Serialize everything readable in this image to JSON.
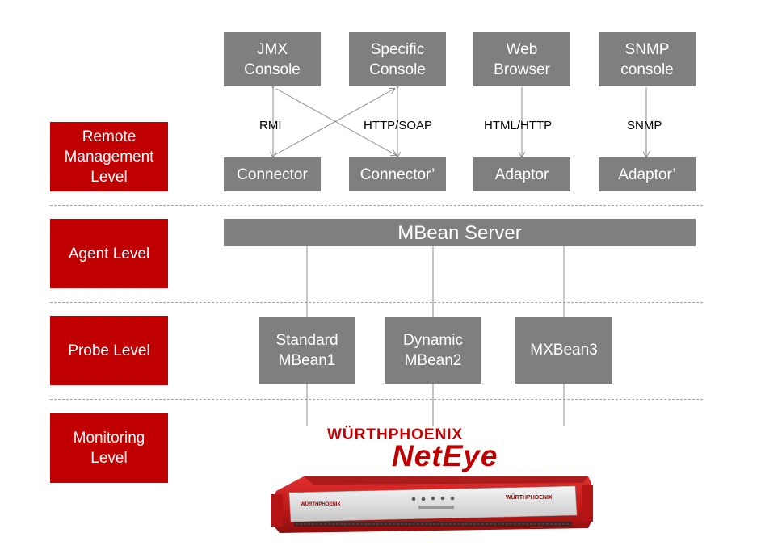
{
  "levels": {
    "remote": "Remote\nManagement\nLevel",
    "agent": "Agent Level",
    "probe": "Probe Level",
    "monitoring": "Monitoring\nLevel"
  },
  "consoles": {
    "jmx": "JMX\nConsole",
    "specific": "Specific\nConsole",
    "web": "Web\nBrowser",
    "snmp": "SNMP\nconsole"
  },
  "protocols": {
    "rmi": "RMI",
    "http_soap": "HTTP/SOAP",
    "html_http": "HTML/HTTP",
    "snmp": "SNMP"
  },
  "connectors": {
    "connector": "Connector",
    "connector_prime": "Connector’",
    "adaptor": "Adaptor",
    "adaptor_prime": "Adaptor’"
  },
  "agent": {
    "mbean_server": "MBean Server"
  },
  "probes": {
    "standard": "Standard\nMBean1",
    "dynamic": "Dynamic\nMBean2",
    "mxbean": "MXBean3"
  },
  "logo": {
    "brand_top": "WÜRTHPHOENIX",
    "brand_main": "NetEye",
    "panel_left_label": "WÜRTHPHOENIX",
    "panel_right_label": "WÜRTHPHOENIX"
  },
  "colors": {
    "level_red": "#c00000",
    "box_gray": "#7f7f7f",
    "line_gray": "#a6a6a6"
  }
}
